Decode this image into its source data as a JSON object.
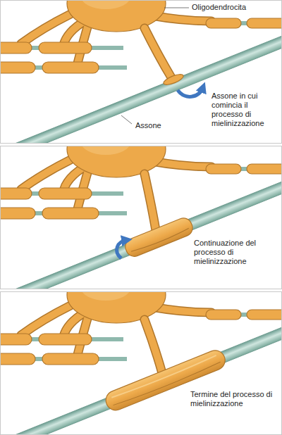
{
  "diagram": {
    "labels": [
      "Oligodendrocita",
      "Assone in cui comincia il processo di mielinizzazione",
      "Assone",
      "Continuazione del processo di mielinizzazione",
      "Termine del processo di mielinizzazione"
    ]
  }
}
